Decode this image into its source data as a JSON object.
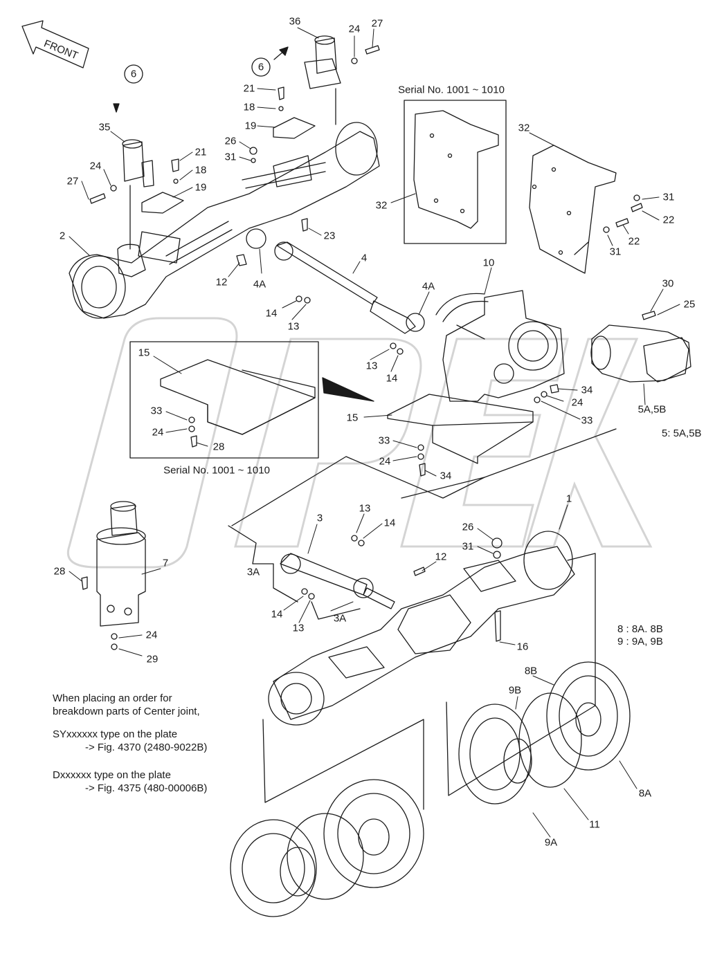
{
  "front_arrow": {
    "label": "FRONT"
  },
  "serial_boxes": {
    "upper": "Serial No. 1001 ~ 1010",
    "lower": "Serial No. 1001 ~ 1010"
  },
  "circled_refs": [
    "6",
    "6"
  ],
  "part_labels": {
    "p36": "36",
    "p24a": "24",
    "p27a": "27",
    "p21a": "21",
    "p18a": "18",
    "p19a": "19",
    "p35": "35",
    "p24b": "24",
    "p27b": "27",
    "p21b": "21",
    "p18b": "18",
    "p19b": "19",
    "p26a": "26",
    "p31a": "31",
    "p2": "2",
    "p23": "23",
    "p12a": "12",
    "p4a1": "4A",
    "p4": "4",
    "p14a": "14",
    "p13a": "13",
    "p4a2": "4A",
    "p10": "10",
    "p32a": "32",
    "p32b": "32",
    "p31b": "31",
    "p22a": "22",
    "p22b": "22",
    "p31c": "31",
    "p30": "30",
    "p25": "25",
    "p13b": "13",
    "p14b": "14",
    "p34a": "34",
    "p24c": "24",
    "p33a": "33",
    "p5a5b": "5A,5B",
    "p15a": "15",
    "p33b": "33",
    "p24d": "24",
    "p28a": "28",
    "p15b": "15",
    "p33c": "33",
    "p24e": "24",
    "p34b": "34",
    "p1": "1",
    "p3": "3",
    "p13c": "13",
    "p14c": "14",
    "p26b": "26",
    "p31d": "31",
    "p12b": "12",
    "p28b": "28",
    "p7": "7",
    "p3a1": "3A",
    "p14d": "14",
    "p13d": "13",
    "p3a2": "3A",
    "p16": "16",
    "p24f": "24",
    "p29": "29",
    "p8b": "8B",
    "p9b": "9B",
    "p8a": "8A",
    "p11": "11",
    "p9a": "9A"
  },
  "legend": {
    "five": "5: 5A,5B",
    "eight": "8 : 8A. 8B",
    "nine": "9 : 9A, 9B"
  },
  "note": {
    "line1": "When placing an order for",
    "line2": "breakdown parts of Center joint,",
    "line3": "SYxxxxxx type on the plate",
    "line4": "-> Fig. 4370 (2480-9022B)",
    "line5": "Dxxxxxx type on the plate",
    "line6": "-> Fig. 4375 (480-00006B)"
  },
  "colors": {
    "line": "#1a1a1a",
    "watermark": "#d4d4d4"
  }
}
